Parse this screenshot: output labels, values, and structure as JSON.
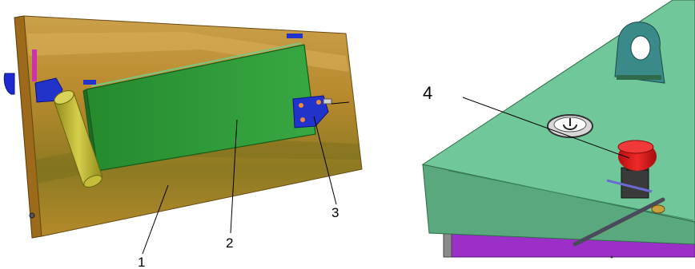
{
  "callouts": {
    "c1": "1",
    "c2": "2",
    "c3": "3",
    "c4": "4"
  },
  "colors": {
    "panel": "#c9972f",
    "board": "#2f9a3a",
    "hinge": "#2233cc",
    "handle": "#b7b02c",
    "cabinet_top": "#6fc79a",
    "cabinet_side": "#5aa97e",
    "button": "#d81818",
    "base": "#9b2fc7"
  }
}
